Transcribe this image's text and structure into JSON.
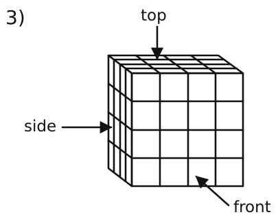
{
  "problem_number": "3)",
  "labels": {
    "top": "top",
    "side": "side",
    "front": "front"
  },
  "cube": {
    "rows": 4,
    "columns": 4,
    "depth": 4
  },
  "colors": {
    "line": "#111111",
    "background": "#ffffff"
  }
}
